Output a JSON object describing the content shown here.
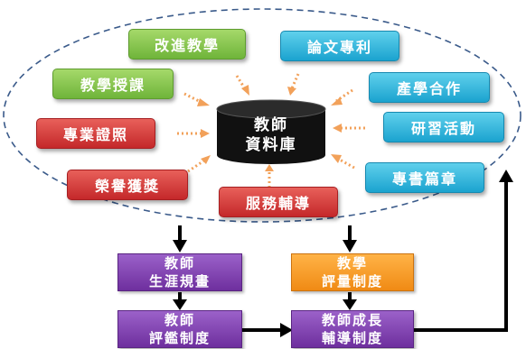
{
  "database": {
    "line1": "教師",
    "line2": "資料庫"
  },
  "categories": {
    "improve_teaching": "改進教學",
    "papers_patents": "論文專利",
    "teaching_courses": "教學授課",
    "industry_cooperation": "產學合作",
    "professional_license": "專業證照",
    "workshop_activities": "研習活動",
    "honors_awards": "榮譽獲獎",
    "service_counseling": "服務輔導",
    "book_chapters": "專書篇章"
  },
  "flow": {
    "career_planning": {
      "line1": "教師",
      "line2": "生涯規畫"
    },
    "teaching_evaluation": {
      "line1": "教學",
      "line2": "評量制度"
    },
    "teacher_appraisal": {
      "line1": "教師",
      "line2": "評鑑制度"
    },
    "growth_counseling": {
      "line1": "教師成長",
      "line2": "輔導制度"
    }
  },
  "colors": {
    "green": "#6fb43a",
    "cyan": "#1ba3cf",
    "red": "#c4282a",
    "purple": "#6e2f9e",
    "orange": "#f08a14",
    "arrow_dotted": "#f2a15a",
    "ellipse_dash": "#3a5a8a"
  }
}
